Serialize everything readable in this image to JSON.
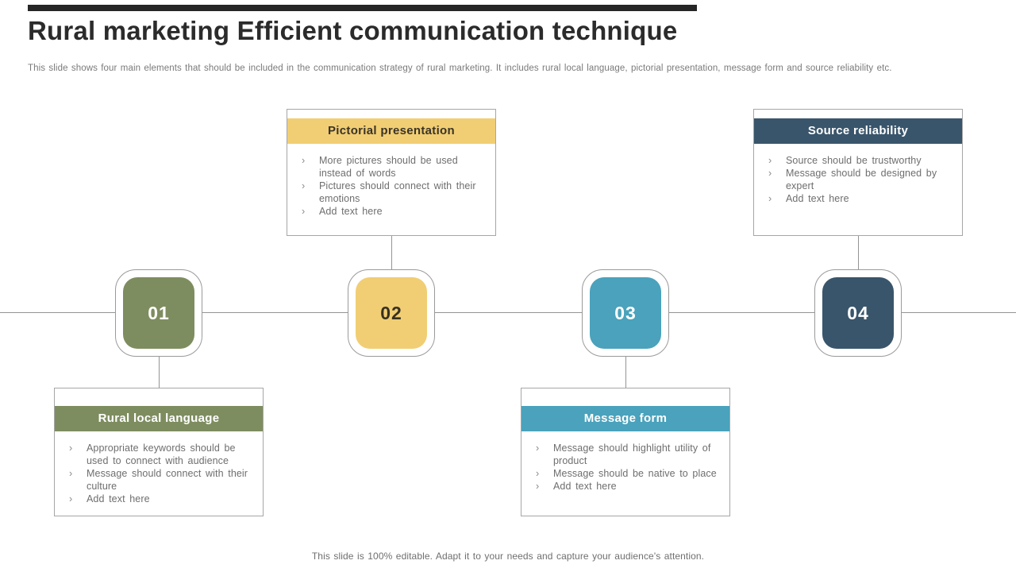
{
  "slide": {
    "title": "Rural marketing Efficient communication technique",
    "subtitle": "This slide shows four main elements that should be included in the communication strategy of rural marketing. It includes rural local language, pictorial presentation, message form and source reliability etc.",
    "footer": "This slide is 100% editable. Adapt it to your needs and capture your audience's attention."
  },
  "bullet_marker": "›",
  "colors": {
    "top_bar": "#262626",
    "title_text": "#2b2b2b",
    "body_text": "#6e6e6e",
    "card_border": "#a6a6a6",
    "timeline_line": "#949494",
    "accent_olive": "#7e8d5f",
    "accent_yellow": "#f1ce74",
    "accent_teal": "#4aa2bc",
    "accent_slate": "#39556b"
  },
  "steps": [
    {
      "number": "01",
      "title": "Rural local language",
      "bullets": [
        "Appropriate keywords should be used to connect with audience",
        "Message should connect with their culture",
        "Add text here"
      ]
    },
    {
      "number": "02",
      "title": "Pictorial presentation",
      "bullets": [
        "More pictures should be used instead of words",
        "Pictures should connect with their emotions",
        "Add text here"
      ]
    },
    {
      "number": "03",
      "title": "Message form",
      "bullets": [
        "Message should highlight utility of product",
        "Message should be native to place",
        "Add text here"
      ]
    },
    {
      "number": "04",
      "title": "Source reliability",
      "bullets": [
        "Source should be trustworthy",
        "Message should be designed by expert",
        "Add text here"
      ]
    }
  ]
}
